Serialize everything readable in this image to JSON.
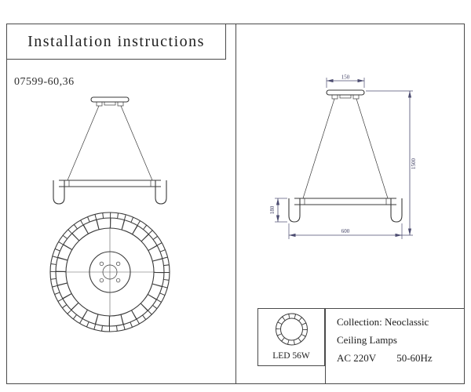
{
  "page": {
    "title": "Installation instructions",
    "model": "07599-60,36"
  },
  "dimensions": {
    "canopy_width": "150",
    "total_height": "1500",
    "ring_height": "180",
    "ring_diameter": "600"
  },
  "spec_box": {
    "led_label": "LED 56W",
    "collection": "Collection: Neoclassic",
    "type": "Ceiling Lamps",
    "power": "AC 220V",
    "frequency": "50-60Hz"
  },
  "colors": {
    "line": "#3a3a3a",
    "dimension": "#4c4c70",
    "border": "#4a4a4a",
    "background": "#ffffff"
  }
}
